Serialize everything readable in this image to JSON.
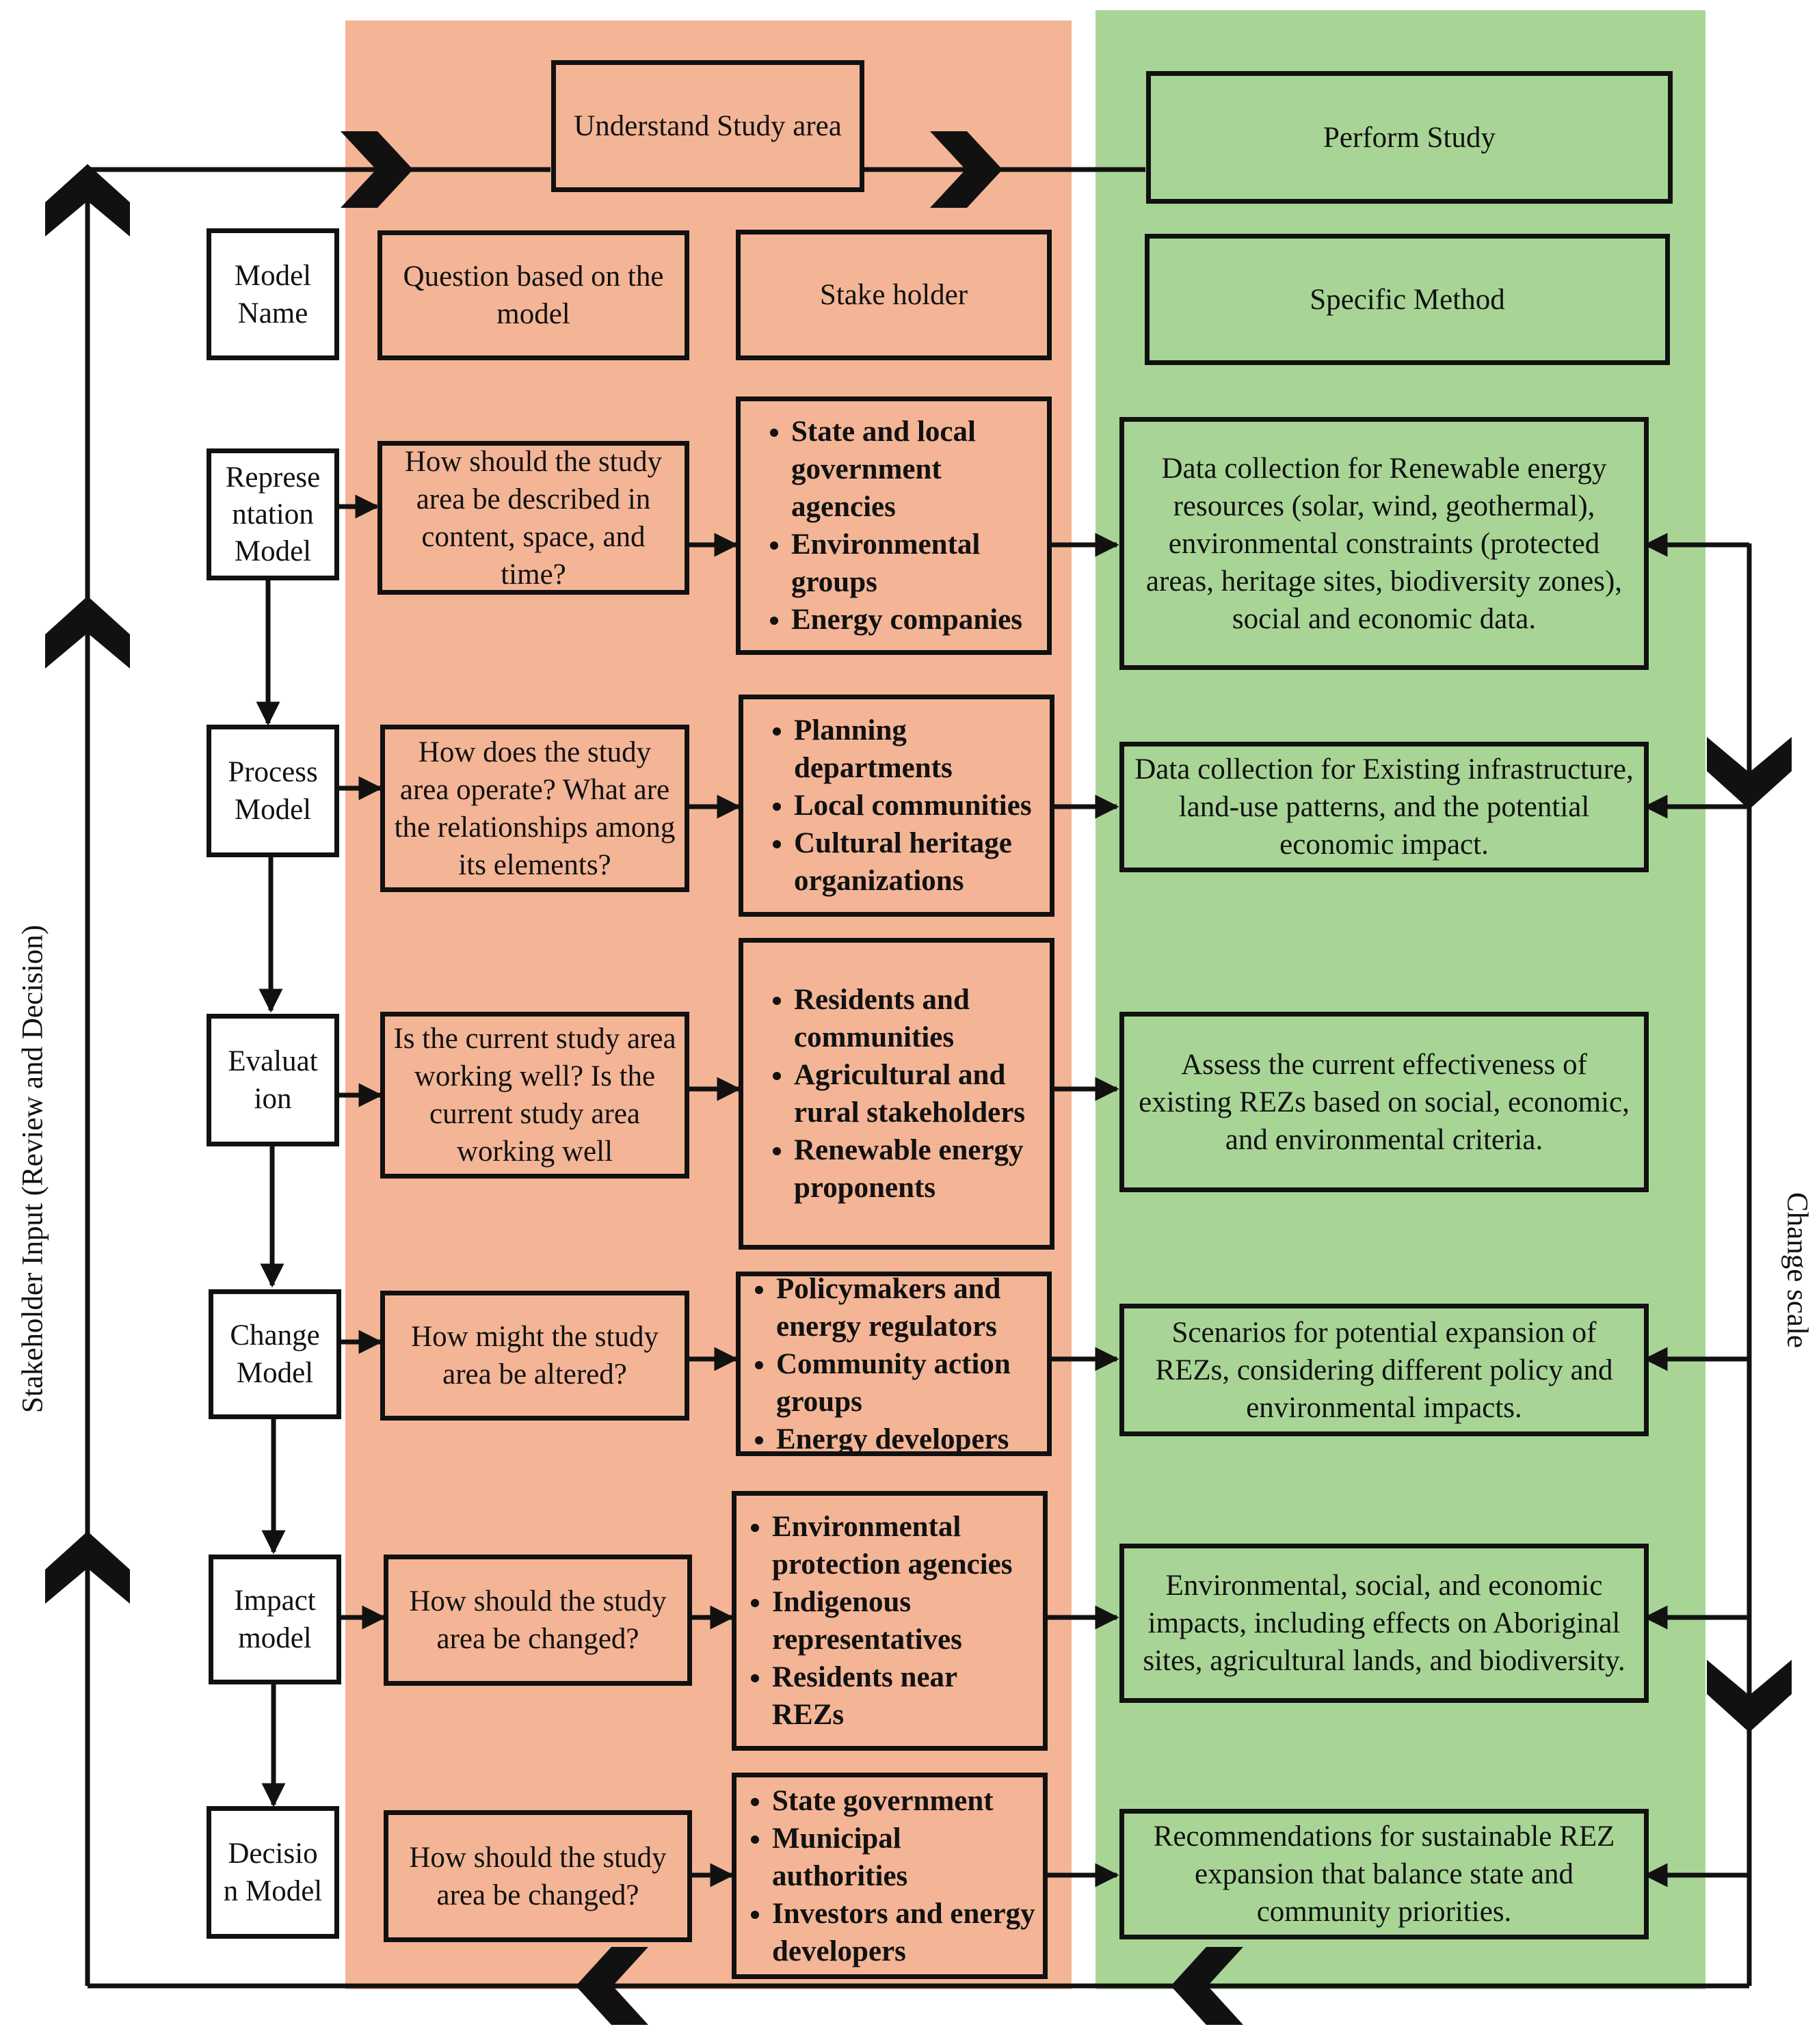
{
  "header": {
    "understand": "Understand Study area",
    "perform": "Perform Study"
  },
  "columns": {
    "model_name": "Model Name",
    "question": "Question based on the model",
    "stakeholder": "Stake holder",
    "method": "Specific Method"
  },
  "rows": [
    {
      "model": "Represe ntation Model",
      "question": "How should the study area be described in content, space, and time?",
      "stakeholders": [
        "State and local government agencies",
        "Environmental groups",
        "Energy companies"
      ],
      "method": "Data collection for Renewable energy resources (solar, wind, geothermal), environmental constraints (protected areas, heritage sites, biodiversity zones), social and economic data."
    },
    {
      "model": "Process Model",
      "question": "How does the study area operate? What are the relationships among its elements?",
      "stakeholders": [
        "Planning departments",
        "Local communities",
        "Cultural heritage organizations"
      ],
      "method": "Data collection for Existing infrastructure, land-use patterns, and the potential economic impact."
    },
    {
      "model": "Evaluat ion",
      "question": "Is the current study area working well? Is the current study area working well",
      "stakeholders": [
        "Residents and communities",
        "Agricultural and rural stakeholders",
        "Renewable energy proponents"
      ],
      "method": "Assess the current effectiveness of existing REZs based on social, economic, and environmental criteria."
    },
    {
      "model": "Change Model",
      "question": "How might the study area be altered?",
      "stakeholders": [
        "Policymakers and energy regulators",
        "Community action groups",
        "Energy developers"
      ],
      "method": "Scenarios for potential expansion of REZs, considering different policy and environmental impacts."
    },
    {
      "model": "Impact model",
      "question": "How should the study area be changed?",
      "stakeholders": [
        "Environmental protection agencies",
        "Indigenous representatives",
        "Residents near REZs"
      ],
      "method": "Environmental, social, and economic impacts, including effects on Aboriginal sites, agricultural lands, and biodiversity."
    },
    {
      "model": "Decisio n Model",
      "question": "How should the study area be changed?",
      "stakeholders": [
        "State government",
        "Municipal authorities",
        "Investors and energy developers"
      ],
      "method": "Recommendations for sustainable REZ expansion that balance state and community priorities."
    }
  ],
  "side_labels": {
    "left": "Stakeholder Input (Review and Decision)",
    "right": "Change scale"
  },
  "colors": {
    "salmon": "#f3b596",
    "green": "#a8d596",
    "line": "#111111"
  }
}
